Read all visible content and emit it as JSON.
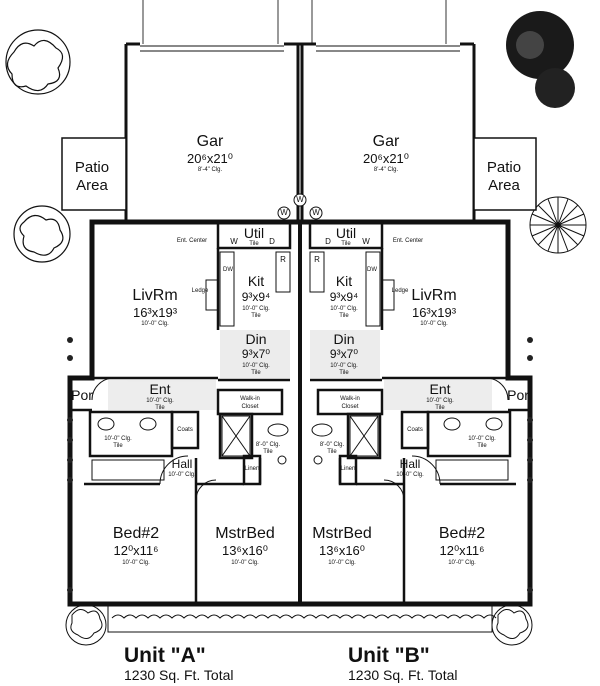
{
  "rooms": {
    "gar_a": {
      "name": "Gar",
      "dim": "20⁶x21⁰",
      "clg": "8'-4\" Clg."
    },
    "gar_b": {
      "name": "Gar",
      "dim": "20⁶x21⁰",
      "clg": "8'-4\" Clg."
    },
    "patio_a": {
      "line1": "Patio",
      "line2": "Area"
    },
    "patio_b": {
      "line1": "Patio",
      "line2": "Area"
    },
    "util_a": {
      "name": "Util",
      "sub": "Tile"
    },
    "util_b": {
      "name": "Util",
      "sub": "Tile"
    },
    "liv_a": {
      "name": "LivRm",
      "dim": "16³x19³",
      "clg": "10'-0\" Clg."
    },
    "liv_b": {
      "name": "LivRm",
      "dim": "16³x19³",
      "clg": "10'-0\" Clg."
    },
    "kit_a": {
      "name": "Kit",
      "dim": "9³x9⁴",
      "clg": "10'-0\" Clg.",
      "sub": "Tile"
    },
    "kit_b": {
      "name": "Kit",
      "dim": "9³x9⁴",
      "clg": "10'-0\" Clg.",
      "sub": "Tile"
    },
    "din_a": {
      "name": "Din",
      "dim": "9³x7⁰",
      "clg": "10'-0\" Clg.",
      "sub": "Tile"
    },
    "din_b": {
      "name": "Din",
      "dim": "9³x7⁰",
      "clg": "10'-0\" Clg.",
      "sub": "Tile"
    },
    "ent_a": {
      "name": "Ent",
      "clg": "10'-0\" Clg.",
      "sub": "Tile"
    },
    "ent_b": {
      "name": "Ent",
      "clg": "10'-0\" Clg.",
      "sub": "Tile"
    },
    "por_a": {
      "name": "Por"
    },
    "por_b": {
      "name": "Por"
    },
    "hall_a": {
      "name": "Hall",
      "clg": "10'-0\" Clg."
    },
    "hall_b": {
      "name": "Hall",
      "clg": "10'-0\" Clg."
    },
    "bed2_a": {
      "name": "Bed#2",
      "dim": "12⁰x11⁶",
      "clg": "10'-0\" Clg."
    },
    "bed2_b": {
      "name": "Bed#2",
      "dim": "12⁰x11⁶",
      "clg": "10'-0\" Clg."
    },
    "mstr_a": {
      "name": "MstrBed",
      "dim": "13⁶x16⁰",
      "clg": "10'-0\" Clg."
    },
    "mstr_b": {
      "name": "MstrBed",
      "dim": "13⁶x16⁰",
      "clg": "10'-0\" Clg."
    },
    "walkin_a": {
      "line1": "Walk-in",
      "line2": "Closet"
    },
    "walkin_b": {
      "line1": "Walk-in",
      "line2": "Closet"
    },
    "bath_a": {
      "clg": "10'-0\" Clg.",
      "sub": "Tile"
    },
    "bath_b": {
      "clg": "10'-0\" Clg.",
      "sub": "Tile"
    },
    "mbath_a": {
      "clg": "8'-0\" Clg.",
      "sub": "Tile"
    },
    "mbath_b": {
      "clg": "8'-0\" Clg.",
      "sub": "Tile"
    }
  },
  "fixtures": {
    "coats": "Coats",
    "linen": "Linen",
    "ledge": "Ledge",
    "ent_center": "Ent. Center",
    "dw": "DW",
    "r": "R",
    "w": "W",
    "d": "D"
  },
  "units": {
    "a": {
      "title": "Unit \"A\"",
      "sub": "1230 Sq. Ft. Total"
    },
    "b": {
      "title": "Unit \"B\"",
      "sub": "1230 Sq. Ft. Total"
    }
  }
}
